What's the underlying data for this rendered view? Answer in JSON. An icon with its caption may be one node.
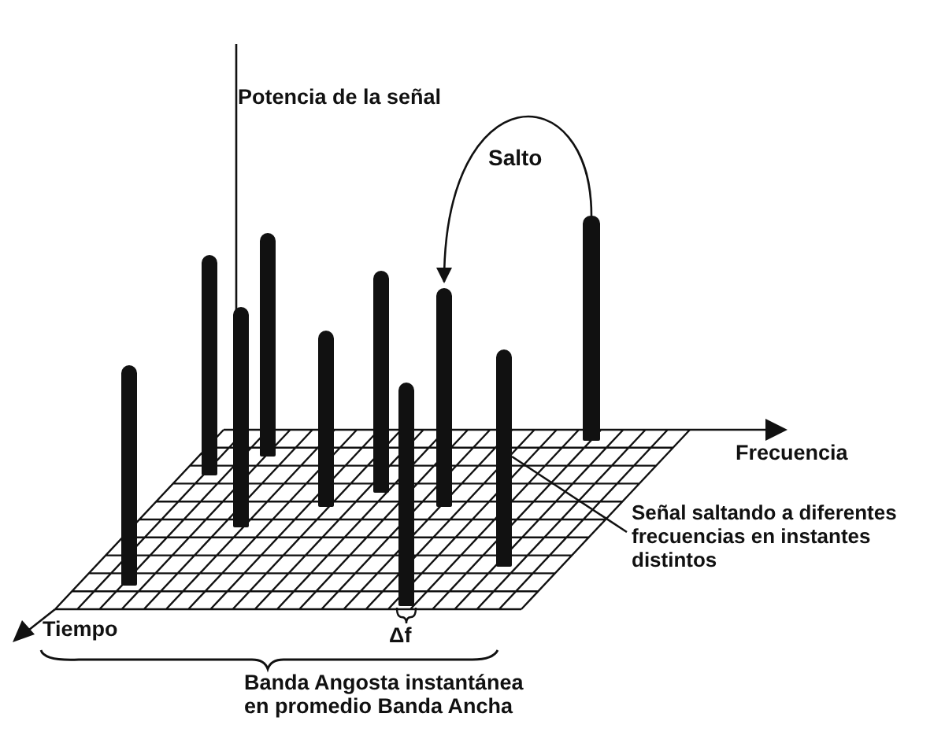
{
  "diagram": {
    "nodes": [
      {
        "text": [],
        "shape": "bar"
      },
      {
        "text": [],
        "shape": "bar"
      },
      {
        "text": [],
        "shape": "bar"
      },
      {
        "text": [],
        "shape": "bar"
      },
      {
        "text": [],
        "shape": "bar"
      },
      {
        "text": [],
        "shape": "bar"
      },
      {
        "text": [],
        "shape": "bar"
      },
      {
        "text": [],
        "shape": "bar"
      },
      {
        "text": [],
        "shape": "bar"
      },
      {
        "text": [],
        "shape": "bar"
      },
      {
        "text": [
          "Señal saltando a diferentes frecuencias en instantes distintos"
        ]
      }
    ],
    "edges": [
      {
        "from": 9,
        "to": 7,
        "arrow": "to",
        "label": "Salto"
      },
      {
        "from": 10,
        "to": 8,
        "arrow": "none"
      }
    ],
    "labels": [
      "Potencia de la señal",
      "Frecuencia",
      "Tiempo",
      "Δf",
      "Banda Angosta instantánea en promedio Banda Ancha"
    ]
  }
}
